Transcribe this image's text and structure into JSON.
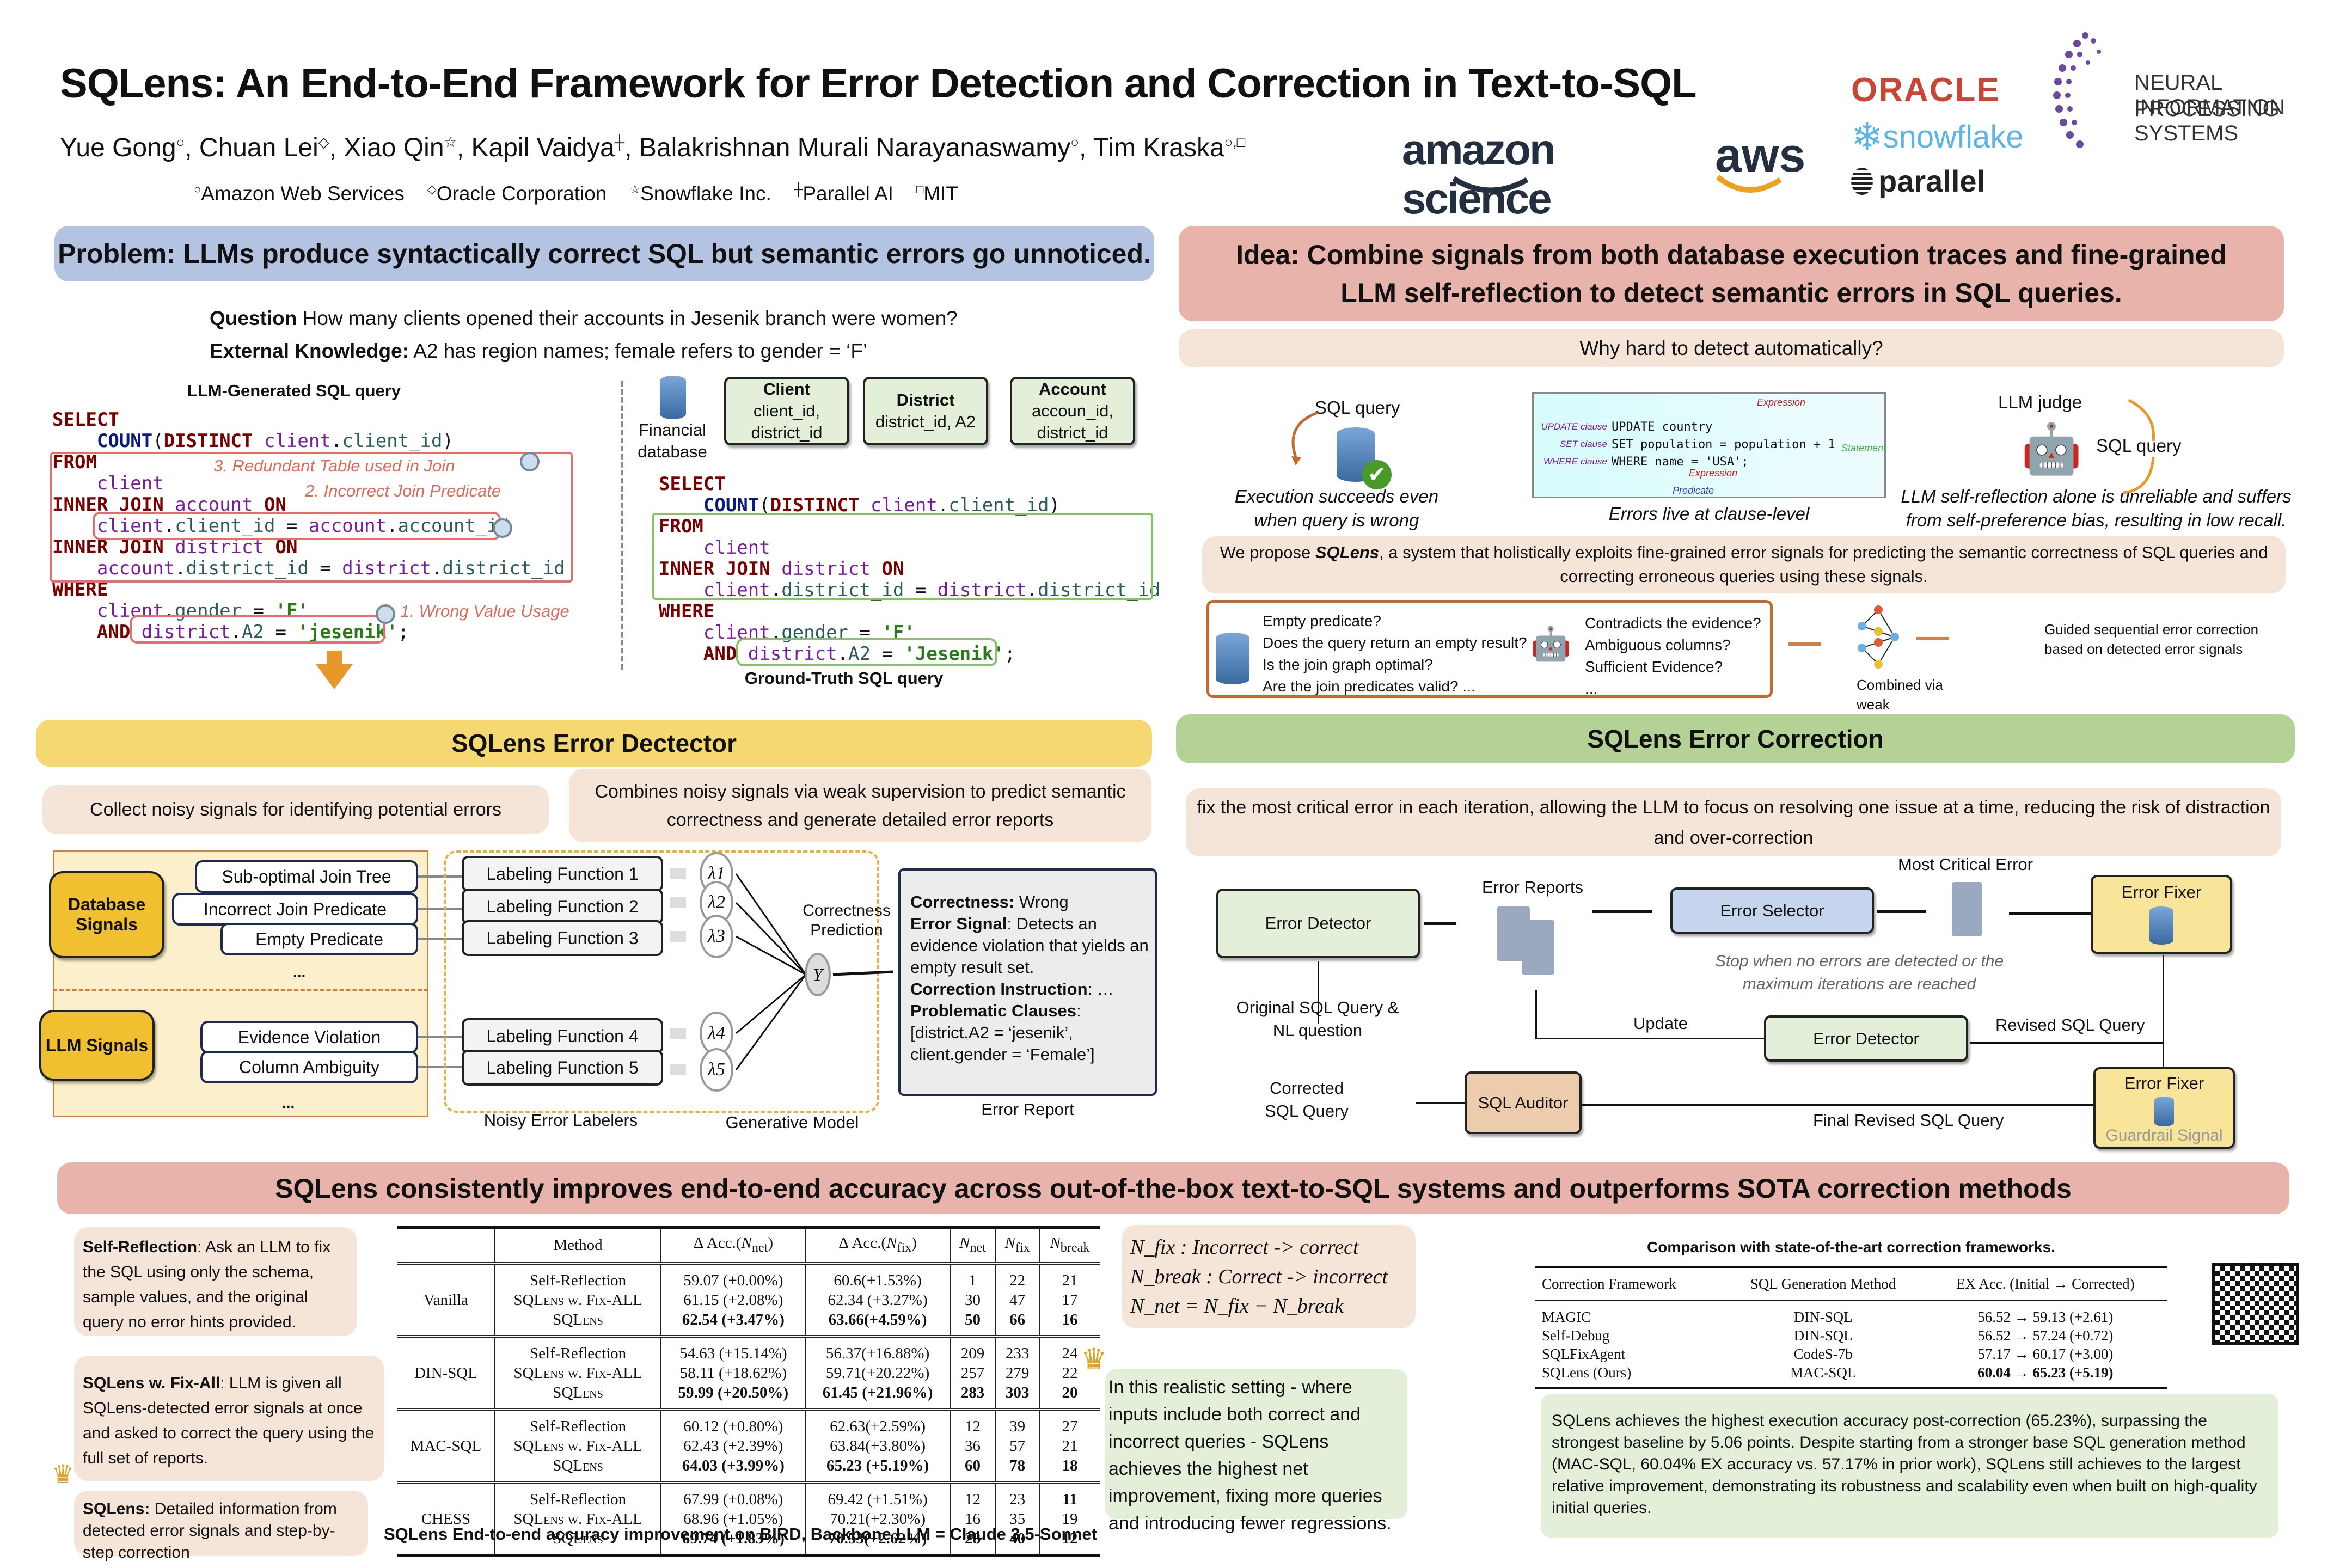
{
  "header": {
    "title": "SQLens: An End-to-End Framework for Error Detection and Correction in Text-to-SQL",
    "authors": [
      {
        "name": "Yue Gong",
        "mark": "○"
      },
      {
        "name": "Chuan Lei",
        "mark": "◇"
      },
      {
        "name": "Xiao Qin",
        "mark": "☆"
      },
      {
        "name": "Kapil Vaidya",
        "mark": "┼"
      },
      {
        "name": "Balakrishnan Murali Narayanaswamy",
        "mark": "○"
      },
      {
        "name": "Tim Kraska",
        "mark": "○,□"
      }
    ],
    "affiliations": [
      {
        "mark": "○",
        "name": "Amazon Web Services"
      },
      {
        "mark": "◇",
        "name": "Oracle Corporation"
      },
      {
        "mark": "☆",
        "name": "Snowflake Inc."
      },
      {
        "mark": "┼",
        "name": "Parallel AI"
      },
      {
        "mark": "□",
        "name": "MIT"
      }
    ],
    "logos": {
      "amazon_science": "amazon science",
      "aws": "aws",
      "oracle": "ORACLE",
      "snowflake": "snowflake",
      "parallel": "parallel",
      "neurips_line1": "NEURAL INFORMATION",
      "neurips_line2": "PROCESSING SYSTEMS"
    },
    "colors": {
      "oracle": "#c74634",
      "snowflake": "#29b5e8",
      "aws_orange": "#ff9900",
      "neurips": "#6a4a9a"
    }
  },
  "problem": {
    "banner": "Problem: LLMs produce syntactically correct SQL but semantic errors go unnoticed.",
    "question_label": "Question",
    "question": "How many clients opened their accounts in Jesenik branch were women?",
    "knowledge_label": "External Knowledge:",
    "knowledge": "A2 has region names; female refers to gender = ‘F’",
    "generated_title": "LLM-Generated SQL query",
    "generated_sql": [
      "SELECT",
      "    COUNT(DISTINCT client.client_id)",
      "FROM",
      "    client",
      "INNER JOIN account ON",
      "    client.client_id = account.account_id",
      "INNER JOIN district ON",
      "    account.district_id = district.district_id",
      "WHERE",
      "    client.gender = 'F'",
      "    AND district.A2 = 'jesenik';"
    ],
    "annotations": [
      "3. Redundant Table used in Join",
      "2. Incorrect Join Predicate",
      "1. Wrong Value Usage"
    ],
    "db_label": "Financial database",
    "tables": [
      {
        "name": "Client",
        "cols": "client_id, district_id"
      },
      {
        "name": "District",
        "cols": "district_id, A2"
      },
      {
        "name": "Account",
        "cols": "accoun_id, district_id"
      }
    ],
    "truth_title": "Ground-Truth SQL query",
    "truth_sql": [
      "SELECT",
      "    COUNT(DISTINCT client.client_id)",
      "FROM",
      "    client",
      "INNER JOIN district ON",
      "    client.district_id = district.district_id",
      "WHERE",
      "    client.gender = 'F'",
      "    AND district.A2 = 'Jesenik';"
    ]
  },
  "idea": {
    "banner_line1": "Idea: Combine signals from both database execution traces and fine-grained",
    "banner_line2": "LLM self-reflection  to detect semantic errors in SQL queries.",
    "why": "Why hard to detect automatically?",
    "panel1_label": "SQL query",
    "panel1_caption": "Execution succeeds even when query is wrong",
    "panel2_caption": "Errors live at clause-level",
    "clause_labels": [
      "UPDATE clause",
      "SET clause",
      "WHERE clause"
    ],
    "clause_code": [
      "UPDATE country",
      "SET population = population + 1",
      "WHERE name = 'USA';"
    ],
    "clause_tags": {
      "expression": "Expression",
      "statement": "Statement",
      "predicate": "Predicate"
    },
    "panel3_judge": "LLM judge",
    "panel3_query": "SQL query",
    "panel3_caption": "LLM self-reflection alone is unreliable and suffers from self-preference bias, resulting in low recall.",
    "propose_pre": "We propose ",
    "propose_name": "SQLens",
    "propose_post": ", a system that holistically exploits fine-grained error signals for predicting the semantic correctness of SQL queries and correcting erroneous queries using these signals.",
    "db_questions": [
      "Empty predicate?",
      "Does the query return an empty result?",
      "Is the join graph optimal?",
      "Are the join predicates valid? ..."
    ],
    "llm_questions": [
      "Contradicts the evidence?",
      "Ambiguous columns?",
      "Sufficient Evidence?",
      "..."
    ],
    "combined": "Combined via weak supervision",
    "guided": "Guided sequential error correction based on detected error signals"
  },
  "detector": {
    "banner": "SQLens Error Dectector",
    "bubble_left": "Collect noisy signals for identifying potential errors",
    "bubble_right": "Combines noisy signals via weak supervision to predict semantic correctness and generate detailed error reports",
    "db_group": "Database Signals",
    "llm_group": "LLM Signals",
    "db_signals": [
      "Sub-optimal Join Tree",
      "Incorrect Join Predicate",
      "Empty Predicate"
    ],
    "llm_signals": [
      "Evidence Violation",
      "Column Ambiguity"
    ],
    "ellipsis": "...",
    "labeling_functions": [
      "Labeling Function 1",
      "Labeling Function 2",
      "Labeling Function 3",
      "Labeling Function 4",
      "Labeling Function 5"
    ],
    "lambdas": [
      "λ1",
      "λ2",
      "λ3",
      "λ4",
      "λ5"
    ],
    "y_node": "Y",
    "prediction_label": "Correctness Prediction",
    "noisy_label": "Noisy Error Labelers",
    "generative_label": "Generative Model",
    "report": {
      "correctness_label": "Correctness:",
      "correctness": "Wrong",
      "signal_label": "Error Signal",
      "signal": ": Detects an evidence violation that yields an empty result set.",
      "instruction_label": "Correction Instruction",
      "instruction": ": …",
      "clauses_label": "Problematic Clauses",
      "clauses": ":",
      "clauses_list": "[district.A2 = ‘jesenik’, client.gender = ‘Female’]"
    },
    "report_title": "Error Report"
  },
  "correction": {
    "banner": "SQLens Error Correction",
    "bubble": "fix the most critical error in each iteration, allowing the LLM to focus on resolving one issue at a time, reducing the risk of distraction and over-correction",
    "error_detector": "Error Detector",
    "error_reports": "Error Reports",
    "error_selector": "Error Selector",
    "most_critical": "Most Critical Error",
    "error_fixer": "Error Fixer",
    "stop_note": "Stop when no errors are detected or the maximum iterations are reached",
    "original": "Original SQL Query & NL question",
    "update": "Update",
    "revised": "Revised SQL Query",
    "corrected": "Corrected SQL Query",
    "auditor": "SQL Auditor",
    "final_revised": "Final Revised SQL Query",
    "guardrail": "Guardrail Signal"
  },
  "results": {
    "banner": "SQLens consistently improves end-to-end accuracy across out-of-the-box text-to-SQL systems and outperforms SOTA correction methods",
    "notes": [
      {
        "label": "Self-Reflection",
        "text": ": Ask an LLM to fix the SQL using only the schema, sample values, and the original query no error hints provided."
      },
      {
        "label": "SQLens w. Fix-All",
        "text": ": LLM is given all SQLens-detected error signals at once and asked to correct the query using the full set of reports."
      },
      {
        "label": "SQLens:",
        "text": " Detailed information from detected error signals and step-by-step correction"
      }
    ],
    "definitions": [
      "N_fix : Incorrect -> correct",
      "N_break : Correct -> incorrect",
      "N_net = N_fix − N_break"
    ],
    "realistic": "In this realistic setting - where inputs include both correct and incorrect queries - SQLens achieves the highest net improvement, fixing more queries and introducing fewer regressions.",
    "table_caption": "SQLens End-to-end accuracy improvement on BIRD, Backbone LLM = Claude 3.5-Sonnet",
    "cmp_title": "Comparison with state-of-the-art correction frameworks.",
    "summary": "SQLens achieves the highest execution accuracy post-correction (65.23%), surpassing the strongest baseline by 5.06 points. Despite starting from a stronger base SQL generation method (MAC-SQL, 60.04% EX accuracy vs. 57.17% in prior work), SQLens still achieves to the largest relative improvement, demonstrating its robustness and scalability even when built on high-quality initial queries."
  },
  "chart_data": [
    {
      "type": "table",
      "title": "SQLens End-to-end accuracy improvement on BIRD, Backbone LLM = Claude 3.5-Sonnet",
      "columns": [
        "",
        "Method",
        "Δ Acc.(N_net)",
        "Δ Acc.(N_fix)",
        "N_net",
        "N_fix",
        "N_break"
      ],
      "groups": [
        {
          "system": "Vanilla",
          "rows": [
            {
              "method": "Self-Reflection",
              "acc_net": "59.07 (+0.00%)",
              "acc_fix": "60.6(+1.53%)",
              "n_net": 1,
              "n_fix": 22,
              "n_break": 21
            },
            {
              "method": "SQLens w. Fix-ALL",
              "acc_net": "61.15 (+2.08%)",
              "acc_fix": "62.34 (+3.27%)",
              "n_net": 30,
              "n_fix": 47,
              "n_break": 17
            },
            {
              "method": "SQLens",
              "acc_net": "62.54 (+3.47%)",
              "acc_fix": "63.66(+4.59%)",
              "n_net": 50,
              "n_fix": 66,
              "n_break": 16,
              "bold": true
            }
          ]
        },
        {
          "system": "DIN-SQL",
          "rows": [
            {
              "method": "Self-Reflection",
              "acc_net": "54.63 (+15.14%)",
              "acc_fix": "56.37(+16.88%)",
              "n_net": 209,
              "n_fix": 233,
              "n_break": 24
            },
            {
              "method": "SQLens w. Fix-ALL",
              "acc_net": "58.11 (+18.62%)",
              "acc_fix": "59.71(+20.22%)",
              "n_net": 257,
              "n_fix": 279,
              "n_break": 22
            },
            {
              "method": "SQLens",
              "acc_net": "59.99 (+20.50%)",
              "acc_fix": "61.45 (+21.96%)",
              "n_net": 283,
              "n_fix": 303,
              "n_break": 20,
              "bold": true
            }
          ]
        },
        {
          "system": "MAC-SQL",
          "rows": [
            {
              "method": "Self-Reflection",
              "acc_net": "60.12 (+0.80%)",
              "acc_fix": "62.63(+2.59%)",
              "n_net": 12,
              "n_fix": 39,
              "n_break": 27
            },
            {
              "method": "SQLens w. Fix-ALL",
              "acc_net": "62.43 (+2.39%)",
              "acc_fix": "63.84(+3.80%)",
              "n_net": 36,
              "n_fix": 57,
              "n_break": 21
            },
            {
              "method": "SQLens",
              "acc_net": "64.03 (+3.99%)",
              "acc_fix": "65.23 (+5.19%)",
              "n_net": 60,
              "n_fix": 78,
              "n_break": 18,
              "bold": true
            }
          ]
        },
        {
          "system": "CHESS",
          "rows": [
            {
              "method": "Self-Reflection",
              "acc_net": "67.99 (+0.08%)",
              "acc_fix": "69.42 (+1.51%)",
              "n_net": 12,
              "n_fix": 23,
              "n_break": 11,
              "bold_break": true
            },
            {
              "method": "SQLens w. Fix-ALL",
              "acc_net": "68.96 (+1.05%)",
              "acc_fix": "70.21(+2.30%)",
              "n_net": 16,
              "n_fix": 35,
              "n_break": 19
            },
            {
              "method": "SQLens",
              "acc_net": "69.74 (+1.83%)",
              "acc_fix": "70.53(+2.62%)",
              "n_net": 28,
              "n_fix": 40,
              "n_break": 12,
              "bold": true
            }
          ]
        }
      ]
    },
    {
      "type": "table",
      "title": "Comparison with state-of-the-art correction frameworks.",
      "columns": [
        "Correction Framework",
        "SQL Generation Method",
        "EX Acc. (Initial → Corrected)"
      ],
      "rows": [
        {
          "framework": "MAGIC",
          "method": "DIN-SQL",
          "acc": "56.52 → 59.13 (+2.61)"
        },
        {
          "framework": "Self-Debug",
          "method": "DIN-SQL",
          "acc": "56.52 → 57.24 (+0.72)"
        },
        {
          "framework": "SQLFixAgent",
          "method": "CodeS-7b",
          "acc": "57.17 → 60.17 (+3.00)"
        },
        {
          "framework": "SQLens (Ours)",
          "method": "MAC-SQL",
          "acc": "60.04 → 65.23 (+5.19)",
          "bold": true
        }
      ]
    }
  ]
}
